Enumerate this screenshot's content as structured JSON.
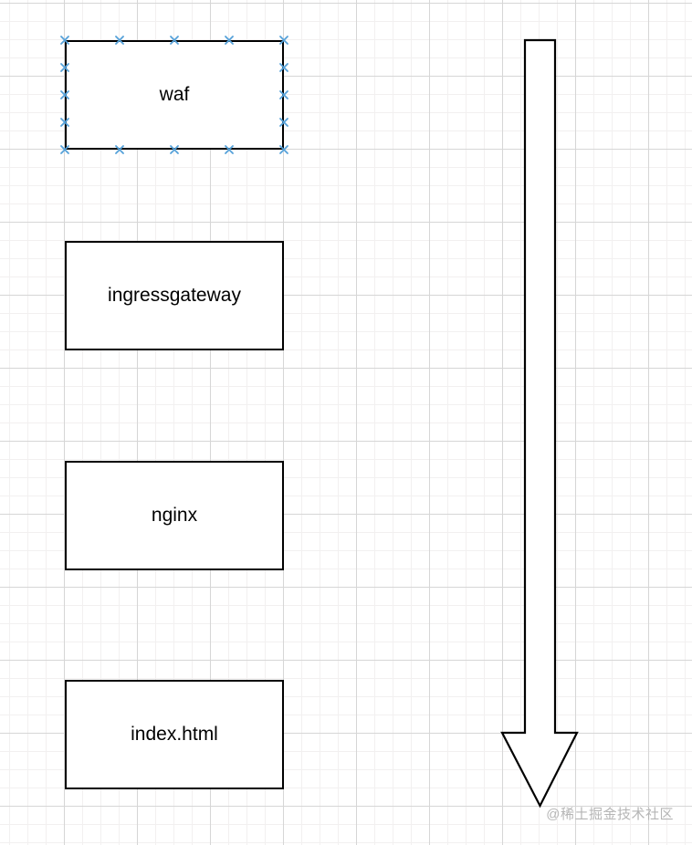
{
  "diagram": {
    "nodes": [
      {
        "label": "waf",
        "selected": true
      },
      {
        "label": "ingressgateway",
        "selected": false
      },
      {
        "label": "nginx",
        "selected": false
      },
      {
        "label": "index.html",
        "selected": false
      }
    ],
    "arrow": {
      "shape": "block-arrow",
      "direction": "down"
    },
    "colors": {
      "node_border": "#000000",
      "node_fill": "#ffffff",
      "node_text": "#000000",
      "connection_point": "#55a1d9",
      "arrow_stroke": "#000000",
      "arrow_fill": "#ffffff",
      "grid_minor": "#f2f0f0",
      "grid_major": "#d6d6d6",
      "watermark_color": "#b5b5b5"
    }
  },
  "watermark": {
    "text": "@稀土掘金技术社区"
  }
}
